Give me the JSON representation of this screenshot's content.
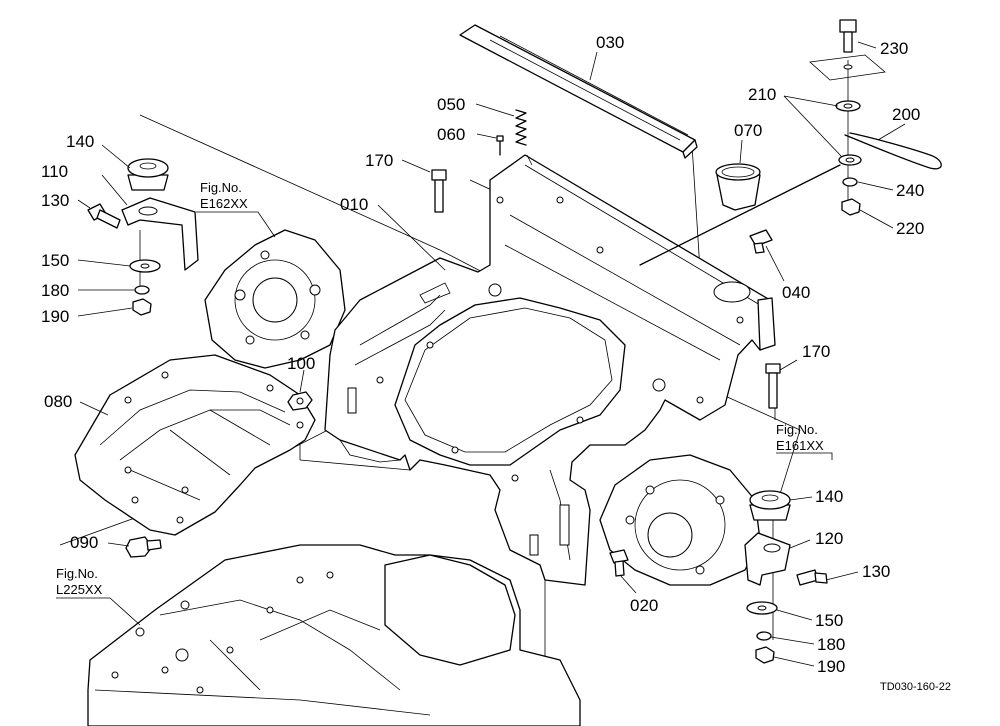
{
  "labels": {
    "p010": "010",
    "p020": "020",
    "p030": "030",
    "p040": "040",
    "p050": "050",
    "p060": "060",
    "p070": "070",
    "p080": "080",
    "p090": "090",
    "p100": "100",
    "p110": "110",
    "p120": "120",
    "p130a": "130",
    "p130b": "130",
    "p140a": "140",
    "p140b": "140",
    "p150a": "150",
    "p150b": "150",
    "p170a": "170",
    "p170b": "170",
    "p180a": "180",
    "p180b": "180",
    "p190a": "190",
    "p190b": "190",
    "p200": "200",
    "p210": "210",
    "p220": "220",
    "p230": "230",
    "p240": "240"
  },
  "figrefs": {
    "e162": {
      "prefix": "Fig.No.",
      "code": "E162XX"
    },
    "e161": {
      "prefix": "Fig.No.",
      "code": "E161XX"
    },
    "l225": {
      "prefix": "Fig.No.",
      "code": "L225XX"
    }
  },
  "drawing_code": "TD030-160-22"
}
